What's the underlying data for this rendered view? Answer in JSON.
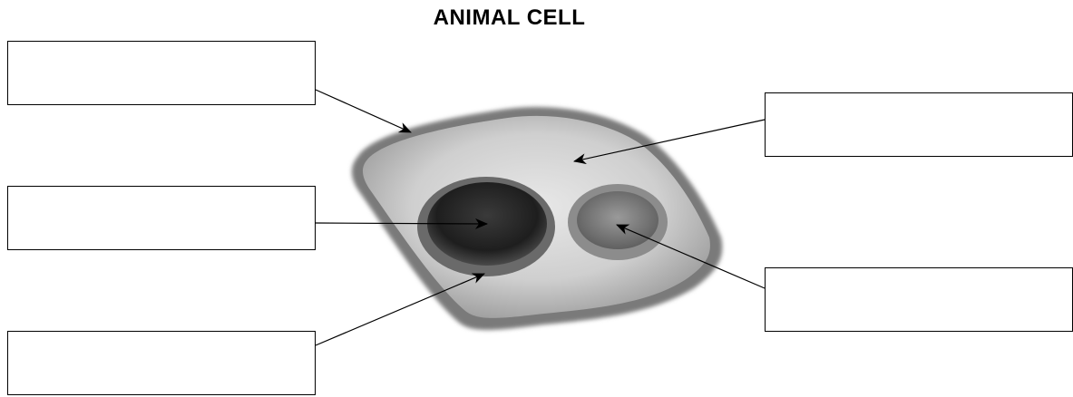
{
  "title": "ANIMAL CELL",
  "label_boxes": [
    {
      "id": "top-left",
      "value": ""
    },
    {
      "id": "middle-left",
      "value": ""
    },
    {
      "id": "bottom-left",
      "value": ""
    },
    {
      "id": "top-right",
      "value": ""
    },
    {
      "id": "bottom-right",
      "value": ""
    }
  ],
  "colors": {
    "line": "#000000",
    "box_border": "#000000",
    "cell_membrane": "#6b6b6b",
    "cytoplasm": "#cfcfcf",
    "nucleus": "#2b2b2b",
    "vacuole": "#7a7a7a"
  }
}
